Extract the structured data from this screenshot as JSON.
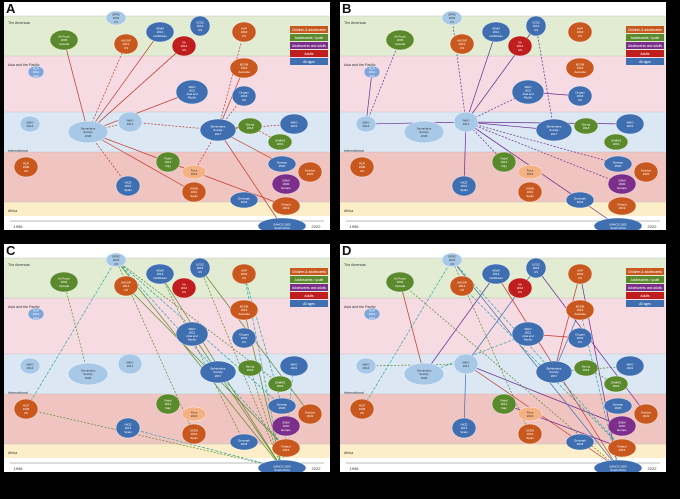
{
  "figure": {
    "panels": [
      {
        "label": "A",
        "edge_style": "red"
      },
      {
        "label": "B",
        "edge_style": "purple"
      },
      {
        "label": "C",
        "edge_style": "green-teal"
      },
      {
        "label": "D",
        "edge_style": "mixed"
      }
    ],
    "regions": [
      {
        "name": "The Americas",
        "color": "#e2ecd2"
      },
      {
        "name": "Asia and the Pacific",
        "color": "#f6dbe2"
      },
      {
        "name": "International",
        "color": "#dce7f4"
      },
      {
        "name": "Europe",
        "color": "#f0c4c0"
      },
      {
        "name": "Africa",
        "color": "#fbeec9"
      }
    ],
    "timeline": {
      "start": "1998",
      "end": "2022"
    },
    "legend": [
      {
        "label": "Children & adolescents",
        "color": "#c8581e"
      },
      {
        "label": "Adolescents / youth",
        "color": "#5b8a2d"
      },
      {
        "label": "Adolescents and adults",
        "color": "#7b2e8a"
      },
      {
        "label": "Adults",
        "color": "#c01e1e"
      },
      {
        "label": "All ages",
        "color": "#3f6fb0"
      }
    ],
    "nodes": [
      {
        "id": "n1",
        "lines": [
          "Air Force",
          "2006",
          "Canada"
        ],
        "color": "#5b8a2d"
      },
      {
        "id": "n2",
        "lines": [
          "AACAP",
          "2012",
          "US"
        ],
        "color": "#c8581e"
      },
      {
        "id": "n3",
        "lines": [
          "NIMH",
          "2014",
          "Caribbean"
        ],
        "color": "#3f6fb0"
      },
      {
        "id": "n4",
        "lines": [
          "SPRC",
          "2002",
          "US"
        ],
        "color": "#a8c8e8"
      },
      {
        "id": "n5",
        "lines": [
          "VA",
          "2014",
          "US"
        ],
        "color": "#c01e1e"
      },
      {
        "id": "n6",
        "lines": [
          "VCSC",
          "2016",
          "US"
        ],
        "color": "#3f6fb0"
      },
      {
        "id": "n7",
        "lines": [
          "AAP",
          "2018",
          "US"
        ],
        "color": "#c8581e"
      },
      {
        "id": "n8",
        "lines": [
          "RCP",
          "2014",
          "Asia"
        ],
        "color": "#7ea4d8"
      },
      {
        "id": "n9",
        "lines": [
          "WHO",
          "2021",
          "Asia and",
          "Pacific"
        ],
        "color": "#3f6fb0"
      },
      {
        "id": "n10",
        "lines": [
          "BCSM",
          "2018",
          "Australia"
        ],
        "color": "#c8581e"
      },
      {
        "id": "n11",
        "lines": [
          "Orygen",
          "2018",
          "AU"
        ],
        "color": "#3f6fb0"
      },
      {
        "id": "n12",
        "lines": [
          "WHO",
          "2014"
        ],
        "color": "#a8c8e8"
      },
      {
        "id": "n13",
        "lines": [
          "Samaritans",
          "Society",
          "2008"
        ],
        "color": "#a8c8e8"
      },
      {
        "id": "n14",
        "lines": [
          "WHO",
          "2012"
        ],
        "color": "#a8c8e8"
      },
      {
        "id": "n15",
        "lines": [
          "Befrienders",
          "Society",
          "2017"
        ],
        "color": "#3f6fb0"
      },
      {
        "id": "n16",
        "lines": [
          "Strong",
          "2018"
        ],
        "color": "#5b8a2d"
      },
      {
        "id": "n17",
        "lines": [
          "WHO",
          "2021"
        ],
        "color": "#3f6fb0"
      },
      {
        "id": "n18",
        "lines": [
          "SAMHS",
          "2019"
        ],
        "color": "#5b8a2d"
      },
      {
        "id": "n19",
        "lines": [
          "NCP",
          "1996",
          "UK"
        ],
        "color": "#c8581e"
      },
      {
        "id": "n20",
        "lines": [
          "Fabel",
          "2014",
          "Italy"
        ],
        "color": "#5b8a2d"
      },
      {
        "id": "n21",
        "lines": [
          "Pons",
          "2016"
        ],
        "color": "#f4b183"
      },
      {
        "id": "n22",
        "lines": [
          "NICE",
          "2013",
          "Spain"
        ],
        "color": "#3f6fb0"
      },
      {
        "id": "n23",
        "lines": [
          "Norway",
          "2020"
        ],
        "color": "#3f6fb0"
      },
      {
        "id": "n24",
        "lines": [
          "Sweden",
          "2022"
        ],
        "color": "#c8581e"
      },
      {
        "id": "n25",
        "lines": [
          "ESMI",
          "2020",
          "Europe"
        ],
        "color": "#7b2e8a"
      },
      {
        "id": "n26",
        "lines": [
          "SSDN",
          "2016",
          "Spain"
        ],
        "color": "#c8581e"
      },
      {
        "id": "n27",
        "lines": [
          "Denmark",
          "2018"
        ],
        "color": "#3f6fb0"
      },
      {
        "id": "n28",
        "lines": [
          "Finland",
          "2019"
        ],
        "color": "#c8581e"
      },
      {
        "id": "n29",
        "lines": [
          "SAHCS 2005",
          "South Africa"
        ],
        "color": "#3f6fb0"
      }
    ]
  }
}
